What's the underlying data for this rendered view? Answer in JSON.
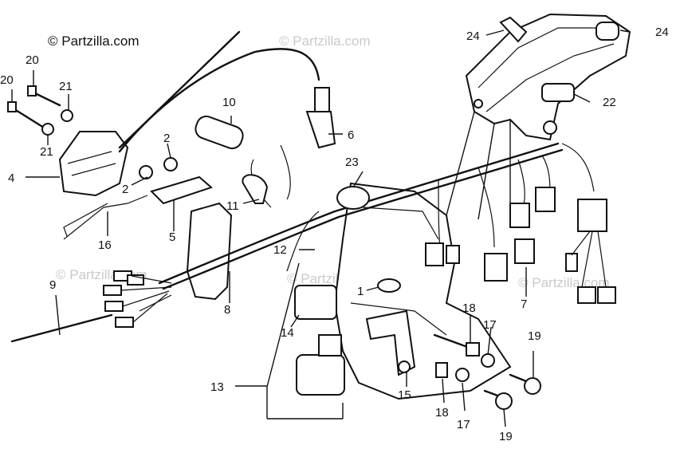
{
  "watermark": {
    "copyright": "© Partzilla.com",
    "text": "© Partzilla.com"
  },
  "callouts": {
    "c1": "1",
    "c2a": "2",
    "c2b": "2",
    "c4": "4",
    "c5": "5",
    "c6": "6",
    "c7": "7",
    "c8": "8",
    "c9": "9",
    "c10": "10",
    "c11": "11",
    "c12": "12",
    "c13": "13",
    "c14": "14",
    "c15": "15",
    "c16": "16",
    "c17a": "17",
    "c17b": "17",
    "c18a": "18",
    "c18b": "18",
    "c19a": "19",
    "c19b": "19",
    "c20a": "20",
    "c20b": "20",
    "c21a": "21",
    "c21b": "21",
    "c22": "22",
    "c23": "23",
    "c24a": "24",
    "c24b": "24"
  }
}
